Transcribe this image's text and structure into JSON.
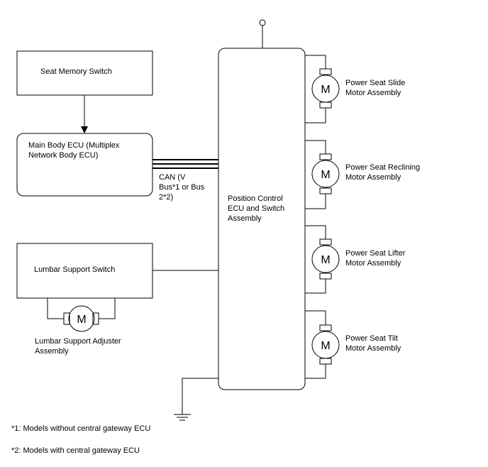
{
  "components": {
    "seat_memory_switch": "Seat Memory Switch",
    "main_body_ecu": "Main Body ECU (Multiplex\nNetwork Body ECU)",
    "can_bus": "CAN (V\nBus*1 or Bus\n2*2)",
    "position_control_ecu": "Position Control\nECU and Switch\nAssembly",
    "lumbar_support_switch": "Lumbar Support Switch",
    "lumbar_support_adjuster": "Lumbar Support Adjuster\nAssembly",
    "slide_motor": "Power Seat Slide\nMotor Assembly",
    "reclining_motor": "Power Seat Reclining\nMotor Assembly",
    "lifter_motor": "Power Seat Lifter\nMotor Assembly",
    "tilt_motor": "Power Seat Tilt\nMotor Assembly",
    "motor_symbol": "M"
  },
  "footnotes": {
    "note1": "*1: Models without central gateway ECU",
    "note2": "*2: Models with central gateway ECU"
  }
}
